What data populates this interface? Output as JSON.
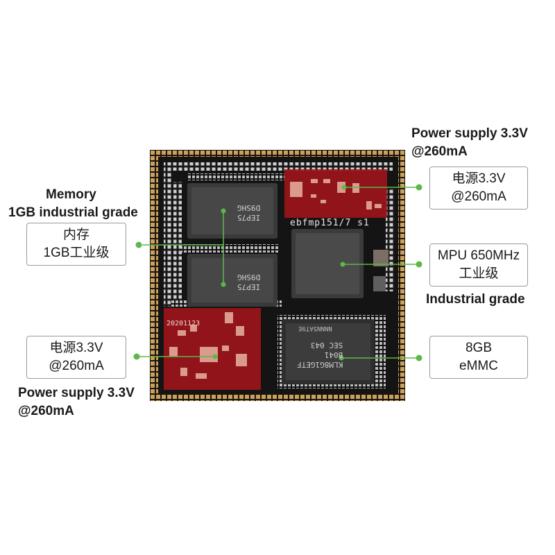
{
  "annotations": {
    "memory": {
      "heading_line1": "Memory",
      "heading_line2": "1GB industrial grade",
      "box_line1": "内存",
      "box_line2": "1GB工业级"
    },
    "power_top": {
      "heading_line1": "Power supply 3.3V",
      "heading_line2": "@260mA",
      "box_line1": "电源3.3V",
      "box_line2": "@260mA"
    },
    "mpu": {
      "box_line1": "MPU 650MHz",
      "box_line2": "工业级",
      "footer": "Industrial grade"
    },
    "power_bottom": {
      "box_line1": "电源3.3V",
      "box_line2": "@260mA",
      "footer_line1": "Power supply 3.3V",
      "footer_line2": "@260mA"
    },
    "emmc": {
      "box_line1": "8GB",
      "box_line2": "eMMC"
    }
  },
  "board": {
    "silkscreen_label": "ebfmp151/7 s1",
    "date_code": "20201123",
    "ram_chip_top": "IEP75\nD9SHG",
    "ram_chip_bottom": "IEP75\nD9SHG",
    "emmc_chip": "KLM8G1GETF\nB041\nSEC 043",
    "emmc_chip_top": "NNNN5AT9E"
  },
  "colors": {
    "pcb": "#141414",
    "gold_edge": "#c9a15a",
    "highlight_red": "#a2141b",
    "connector_green": "#5cb847"
  }
}
